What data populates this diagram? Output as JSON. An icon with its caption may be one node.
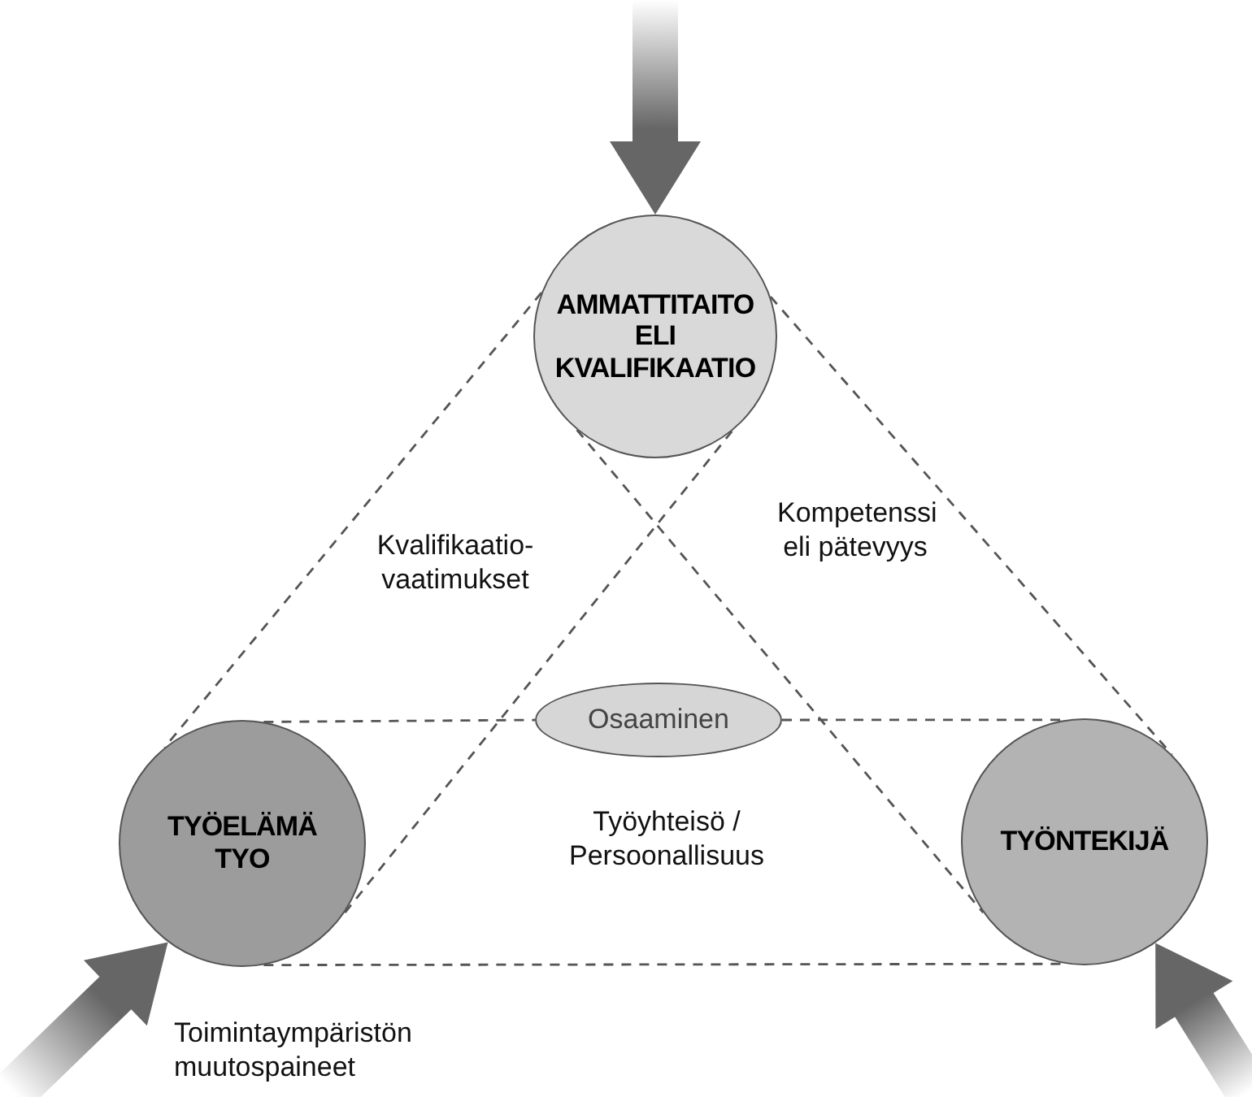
{
  "diagram": {
    "nodes": [
      {
        "text": [
          "AMMATTITAITO ELI KVALIFIKAATIO"
        ]
      },
      {
        "text": [
          "TYÖELÄMÄ TYO"
        ]
      },
      {
        "text": [
          "TYÖNTEKIJÄ"
        ]
      },
      {
        "text": [
          "Osaaminen"
        ]
      }
    ],
    "edges": [
      {
        "from": 0,
        "to": 1,
        "arrow": "none",
        "style": "dashed"
      },
      {
        "from": 0,
        "to": 2,
        "arrow": "none",
        "style": "dashed"
      },
      {
        "from": 0,
        "to": 1,
        "arrow": "none",
        "style": "dashed"
      },
      {
        "from": 0,
        "to": 2,
        "arrow": "none",
        "style": "dashed"
      },
      {
        "from": 1,
        "to": 3,
        "arrow": "none",
        "style": "dashed"
      },
      {
        "from": 3,
        "to": 2,
        "arrow": "none",
        "style": "dashed"
      },
      {
        "from": 1,
        "to": 2,
        "arrow": "none",
        "style": "dashed"
      },
      {
        "from": null,
        "to": 0,
        "arrow": "to",
        "style": "thick",
        "color": "#666666"
      },
      {
        "from": null,
        "to": 1,
        "arrow": "to",
        "style": "thick",
        "color": "#666666"
      },
      {
        "from": null,
        "to": 2,
        "arrow": "to",
        "style": "thick",
        "color": "#666666"
      }
    ],
    "labels": [
      "Kvalifikaatio- vaatimukset",
      "Kompetenssi eli pätevyys",
      "Työyhteisö / Persoonallisuus",
      "Toimintaympäristön muutospaineet"
    ]
  }
}
